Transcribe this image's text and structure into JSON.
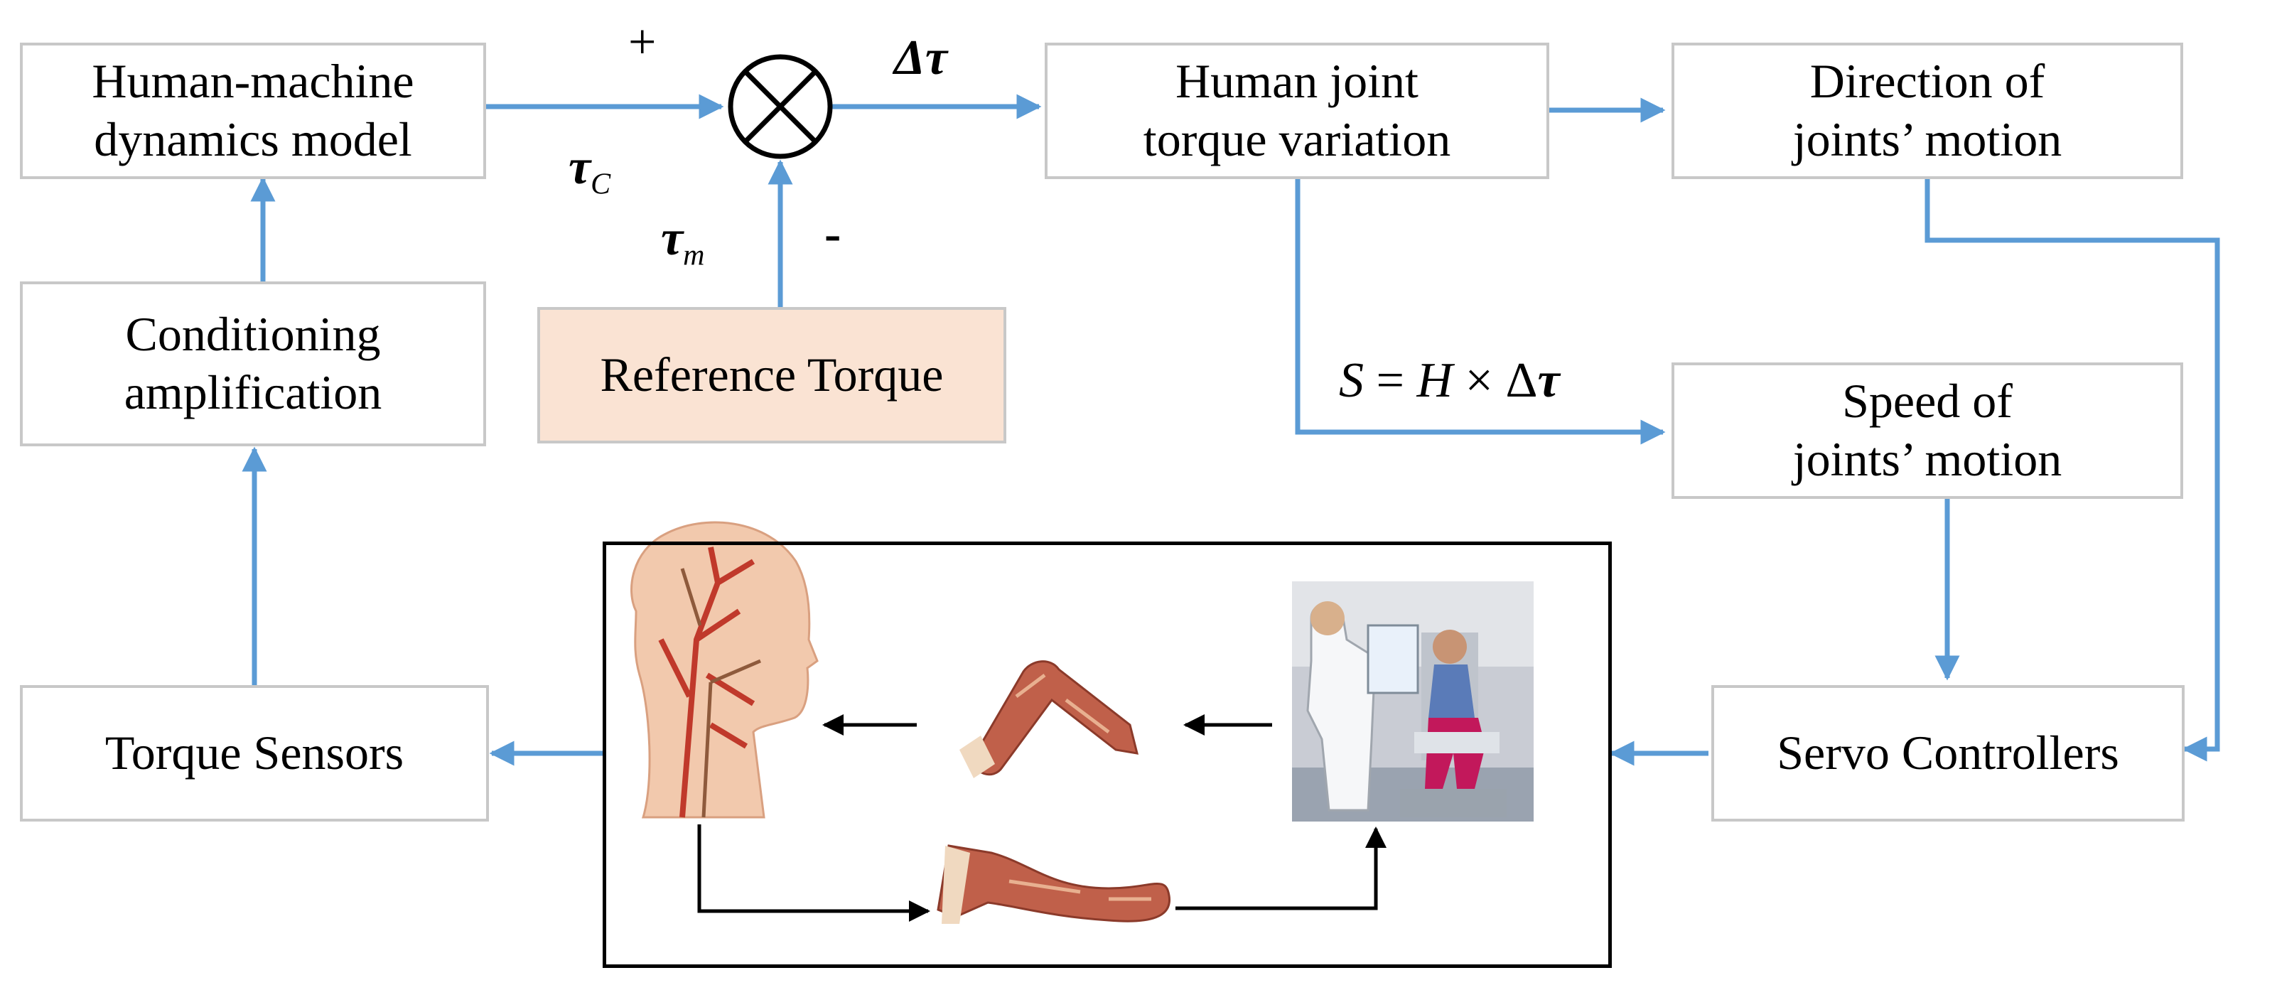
{
  "blocks": {
    "hmd_line1": "Human-machine",
    "hmd_line2": "dynamics model",
    "cond_line1": "Conditioning",
    "cond_line2": "amplification",
    "torque_sensors": "Torque Sensors",
    "reference_torque": "Reference Torque",
    "hjtv_line1": "Human joint",
    "hjtv_line2": "torque  variation",
    "dir_line1": "Direction of",
    "dir_line2": "joints’  motion",
    "speed_line1": "Speed of",
    "speed_line2": "joints’  motion",
    "servo": "Servo Controllers"
  },
  "labels": {
    "plus": "+",
    "minus": "-",
    "tau": "τ",
    "tau_c_sub": "C",
    "tau_m_sub": "m",
    "delta_tau": "Δτ",
    "formula_s": "S",
    "formula_eq": " = ",
    "formula_h": "H",
    "formula_times": " × Δ",
    "formula_tau": "τ"
  },
  "colors": {
    "flow_arrow": "#5b9bd5",
    "black_arrow": "#000000",
    "box_border": "#c8c8c8",
    "reference_fill": "#fae3d3"
  },
  "icons": {
    "summing_junction": "summing-junction-icon",
    "head": "head-vascular-icon",
    "arm": "arm-muscle-icon",
    "leg": "leg-muscle-icon",
    "rehab_photo": "rehab-photo-icon"
  }
}
